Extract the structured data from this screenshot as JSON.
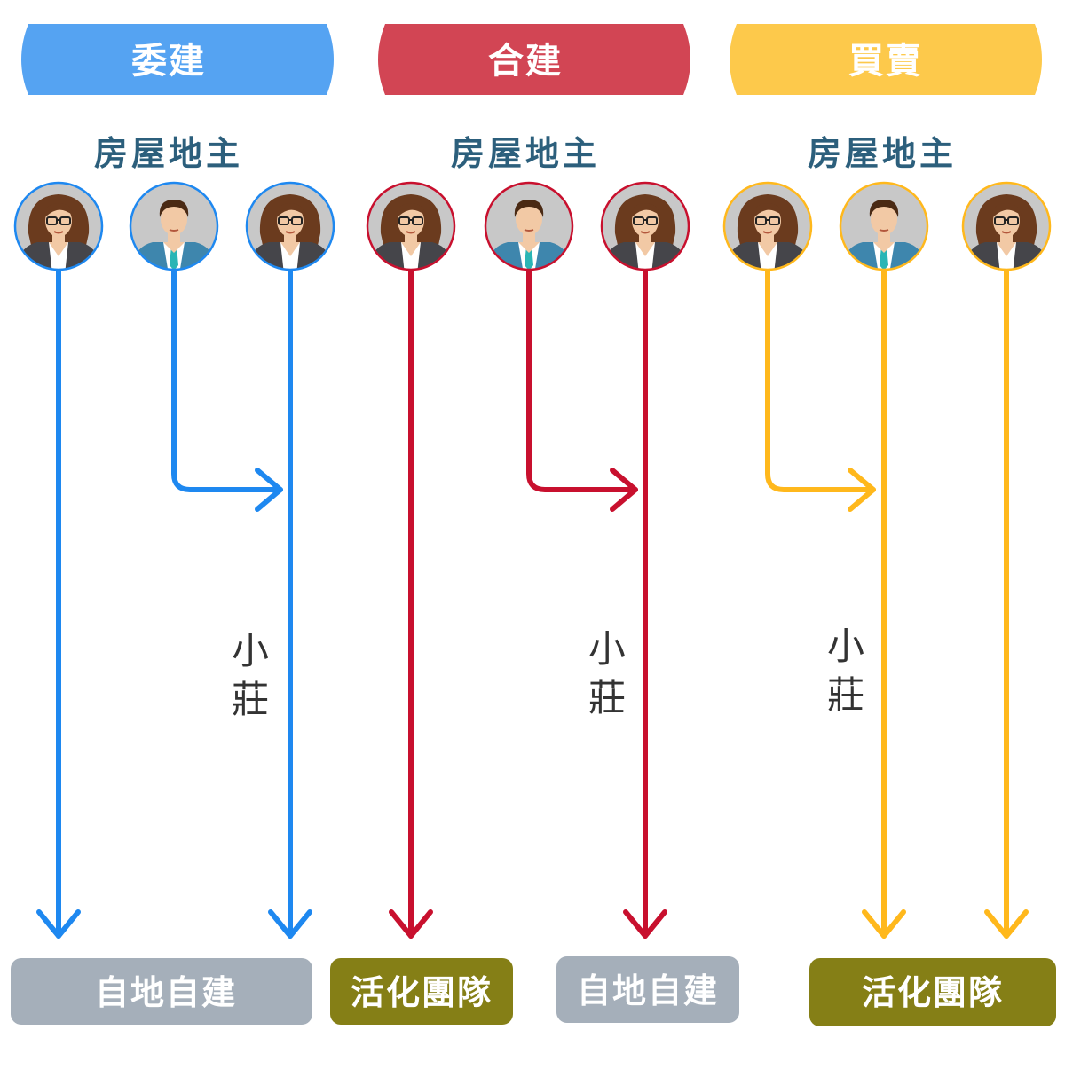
{
  "colors": {
    "blue": "#1e88f0",
    "blue_header": "#55a3f2",
    "red": "#c8102e",
    "red_header": "#d24554",
    "yellow": "#ffb81c",
    "yellow_header": "#fdc94b",
    "gray_box": "#a5afba",
    "olive_box": "#857f16",
    "owner_text": "#2c5f7c"
  },
  "columns": [
    {
      "header": "委建",
      "owners_label": "房屋地主",
      "side_label_line1": "小",
      "side_label_line2": "莊",
      "owners": [
        {
          "type": "woman-avatar-icon"
        },
        {
          "type": "man-avatar-icon"
        },
        {
          "type": "woman-avatar-icon"
        }
      ]
    },
    {
      "header": "合建",
      "owners_label": "房屋地主",
      "side_label_line1": "小",
      "side_label_line2": "莊",
      "owners": [
        {
          "type": "woman-avatar-icon"
        },
        {
          "type": "man-avatar-icon"
        },
        {
          "type": "woman-avatar-icon"
        }
      ]
    },
    {
      "header": "買賣",
      "owners_label": "房屋地主",
      "side_label_line1": "小",
      "side_label_line2": "莊",
      "owners": [
        {
          "type": "woman-avatar-icon"
        },
        {
          "type": "man-avatar-icon"
        },
        {
          "type": "woman-avatar-icon"
        }
      ]
    }
  ],
  "outcomes": [
    {
      "label": "自地自建",
      "style": "gray"
    },
    {
      "label": "活化團隊",
      "style": "olive"
    },
    {
      "label": "自地自建",
      "style": "gray"
    },
    {
      "label": "活化團隊",
      "style": "olive"
    }
  ]
}
